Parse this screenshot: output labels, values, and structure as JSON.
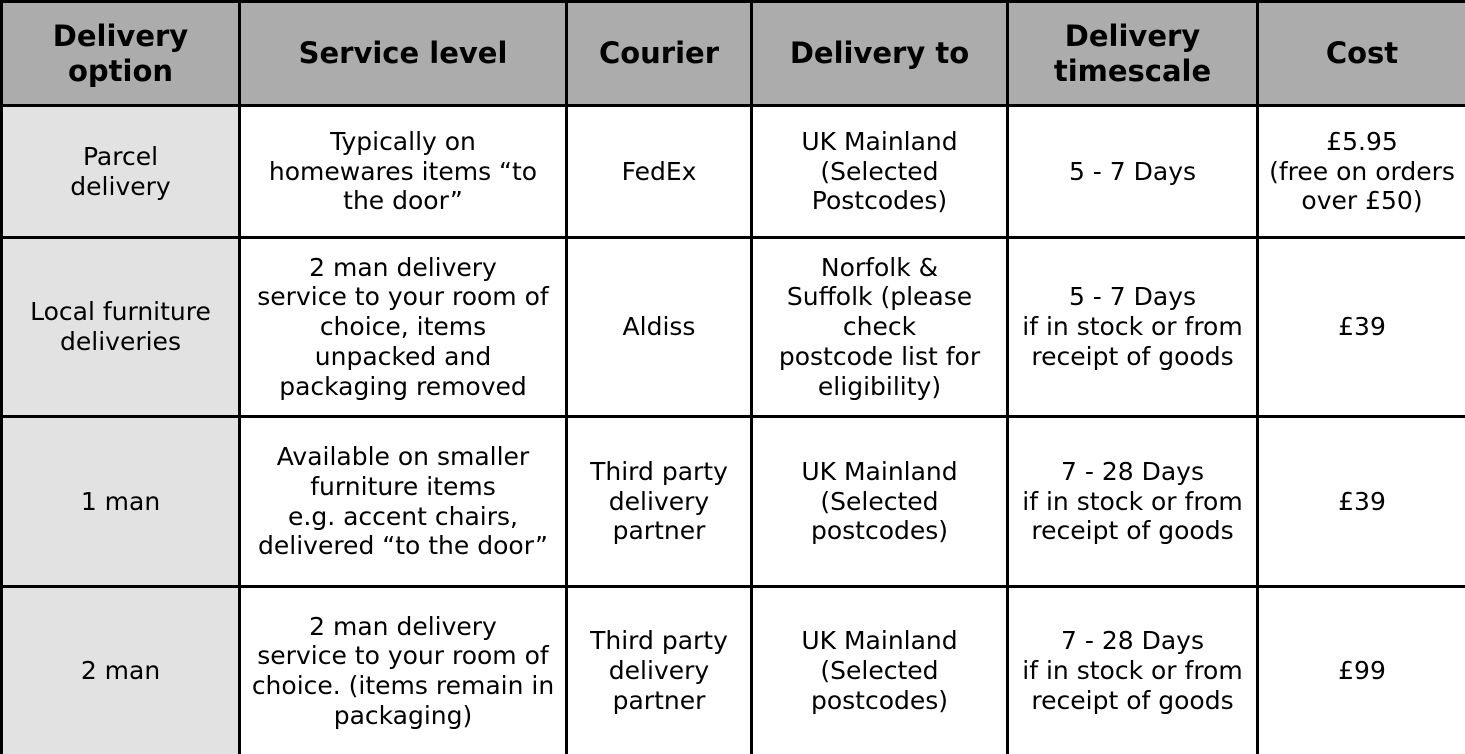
{
  "table": {
    "columns": [
      {
        "key": "delivery_option",
        "label": "Delivery\noption"
      },
      {
        "key": "service_level",
        "label": "Service level"
      },
      {
        "key": "courier",
        "label": "Courier"
      },
      {
        "key": "delivery_to",
        "label": "Delivery to"
      },
      {
        "key": "delivery_timescale",
        "label": "Delivery\ntimescale"
      },
      {
        "key": "cost",
        "label": "Cost"
      }
    ],
    "rows": [
      {
        "delivery_option": "Parcel\ndelivery",
        "service_level": "Typically on\nhomewares items “to\nthe door”",
        "courier": "FedEx",
        "delivery_to": "UK Mainland\n(Selected Postcodes)",
        "delivery_timescale": "5 - 7 Days",
        "cost": "£5.95\n(free on orders\nover £50)"
      },
      {
        "delivery_option": "Local furniture\ndeliveries",
        "service_level": "2 man delivery\nservice to your room of\nchoice, items\nunpacked and\npackaging removed",
        "courier": "Aldiss",
        "delivery_to": "Norfolk &\nSuffolk (please check\npostcode list for\neligibility)",
        "delivery_timescale": "5 - 7 Days\nif in stock or from\nreceipt of goods",
        "cost": "£39"
      },
      {
        "delivery_option": "1 man",
        "service_level": "Available on smaller\nfurniture items\ne.g. accent chairs,\ndelivered “to the door”",
        "courier": "Third party\ndelivery\npartner",
        "delivery_to": "UK Mainland\n(Selected postcodes)",
        "delivery_timescale": "7 - 28 Days\nif in stock or from\nreceipt of goods",
        "cost": "£39"
      },
      {
        "delivery_option": "2 man",
        "service_level": "2 man delivery\nservice to your room of\nchoice. (items remain in\npackaging)",
        "courier": "Third party\ndelivery\npartner",
        "delivery_to": "UK Mainland\n(Selected postcodes)",
        "delivery_timescale": "7 - 28 Days\nif in stock or from\nreceipt of goods",
        "cost": "£99"
      }
    ]
  },
  "colors": {
    "header_background": "#acacac",
    "first_column_background": "#e2e2e2",
    "cell_background": "#ffffff",
    "border": "#000000",
    "text": "#000000"
  }
}
